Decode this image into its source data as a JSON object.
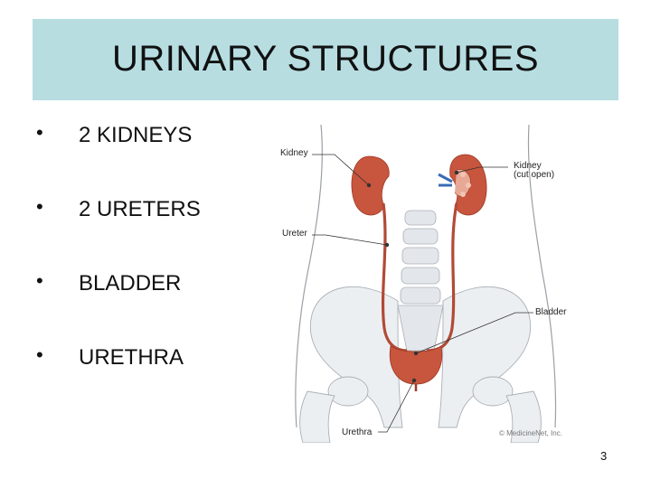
{
  "slide": {
    "title": "URINARY STRUCTURES",
    "bullets": [
      {
        "marker": "•",
        "text": "2 KIDNEYS"
      },
      {
        "marker": "•",
        "text": "2 URETERS"
      },
      {
        "marker": "•",
        "text": "BLADDER"
      },
      {
        "marker": "•",
        "text": "URETHRA"
      }
    ],
    "page_number": "3"
  },
  "figure": {
    "labels": {
      "kidney": "Kidney",
      "kidney_cut_line1": "Kidney",
      "kidney_cut_line2": "(cut open)",
      "ureter": "Ureter",
      "bladder": "Bladder",
      "urethra": "Urethra"
    },
    "copyright": "© MedicineNet, Inc.",
    "colors": {
      "title_band": "#b7dde1",
      "organ": "#c8553d",
      "bone": "#e3e6ea"
    }
  }
}
